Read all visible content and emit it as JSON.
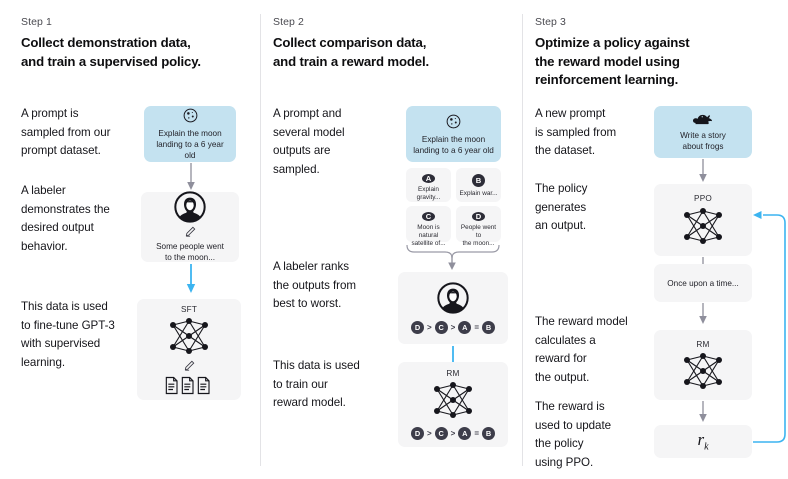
{
  "figure": {
    "title": "RLHF three-step training diagram",
    "accent_blue": "#3cb4f0",
    "prompt_card_blue": "#c4e2f0",
    "card_gray": "#f5f5f6",
    "arrow_gray": "#8f8f9c"
  },
  "steps": [
    {
      "label": "Step 1",
      "title_line1": "Collect demonstration data,",
      "title_line2": "and train a supervised policy.",
      "paragraphs": [
        "A prompt is\nsampled from our\nprompt dataset.",
        "A labeler\ndemonstrates the\ndesired output\nbehavior.",
        "This data is used\nto fine-tune GPT-3\nwith supervised\nlearning."
      ],
      "cards": [
        {
          "name": "prompt-card",
          "icon": "moon-icon",
          "text": "Explain the moon\nlanding to a 6 year old"
        },
        {
          "name": "labeler-card",
          "icon": "labeler-avatar-icon",
          "text": "Some people went\nto the moon..."
        },
        {
          "name": "sft-model-card",
          "caption": "SFT",
          "icon": "neural-network-icon"
        }
      ]
    },
    {
      "label": "Step 2",
      "title_line1": "Collect comparison data,",
      "title_line2": "and train a reward model.",
      "paragraphs": [
        "A prompt and\nseveral model\noutputs are\nsampled.",
        "A labeler ranks\nthe outputs from\nbest to worst.",
        "This data is used\nto train our\nreward model."
      ],
      "cards": [
        {
          "name": "prompt-card",
          "icon": "moon-icon",
          "text": "Explain the moon\nlanding to a 6 year old"
        },
        {
          "name": "ranking-card",
          "icon": "labeler-avatar-icon"
        },
        {
          "name": "rm-model-card",
          "caption": "RM",
          "icon": "neural-network-icon"
        }
      ],
      "options": [
        {
          "badge": "A",
          "text": "Explain gravity..."
        },
        {
          "badge": "B",
          "text": "Explain war..."
        },
        {
          "badge": "C",
          "text": "Moon is natural\nsatellite of..."
        },
        {
          "badge": "D",
          "text": "People went to\nthe moon..."
        }
      ],
      "ranking": [
        "D",
        ">",
        "C",
        ">",
        "A",
        "=",
        "B"
      ]
    },
    {
      "label": "Step 3",
      "title_line1": "Optimize a policy against",
      "title_line2": "the reward model using",
      "title_line3": "reinforcement learning.",
      "paragraphs": [
        "A new prompt\nis sampled from\nthe dataset.",
        "The policy\ngenerates\nan output.",
        "The reward model\ncalculates a\nreward for\nthe output.",
        "The reward is\nused to update\nthe policy\nusing PPO."
      ],
      "cards": [
        {
          "name": "prompt-card",
          "icon": "frog-icon",
          "text": "Write a story\nabout frogs"
        },
        {
          "name": "ppo-model-card",
          "caption": "PPO",
          "icon": "neural-network-icon"
        },
        {
          "name": "output-card",
          "text": "Once upon a time..."
        },
        {
          "name": "rm-model-card",
          "caption": "RM",
          "icon": "neural-network-icon"
        },
        {
          "name": "reward-card",
          "text": "r",
          "subscript": "k"
        }
      ]
    }
  ]
}
